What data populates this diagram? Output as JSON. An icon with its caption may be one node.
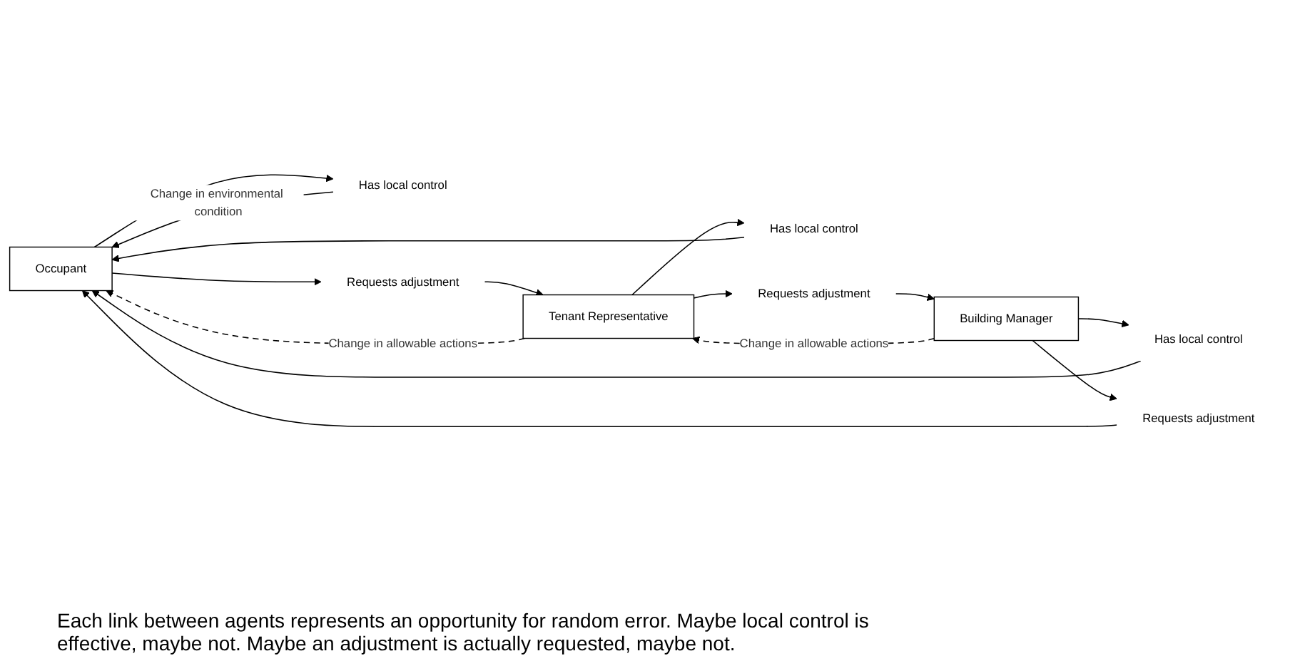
{
  "diagram": {
    "caption": "Each link between agents represents an opportunity for random error. Maybe local control is effective, maybe not. Maybe an adjustment is actually requested, maybe not.",
    "nodes": [
      {
        "text": [
          "Occupant"
        ]
      },
      {
        "text": [
          "Has local control"
        ]
      },
      {
        "text": [
          "Requests adjustment"
        ]
      },
      {
        "text": [
          "Tenant Representative"
        ]
      },
      {
        "text": [
          "Has local control"
        ]
      },
      {
        "text": [
          "Requests adjustment"
        ]
      },
      {
        "text": [
          "Building Manager"
        ]
      },
      {
        "text": [
          "Has local control"
        ]
      },
      {
        "text": [
          "Requests adjustment"
        ]
      }
    ],
    "edges": [
      {
        "from": 0,
        "to": 1,
        "arrow": "to"
      },
      {
        "from": 0,
        "to": 2,
        "arrow": "to"
      },
      {
        "from": 2,
        "to": 3,
        "arrow": "to"
      },
      {
        "from": 3,
        "to": 0,
        "arrow": "to",
        "style": "dashed",
        "label": "Change in allowable actions"
      },
      {
        "from": 3,
        "to": 4,
        "arrow": "to"
      },
      {
        "from": 3,
        "to": 5,
        "arrow": "to"
      },
      {
        "from": 5,
        "to": 6,
        "arrow": "to"
      },
      {
        "from": 6,
        "to": 3,
        "arrow": "to",
        "style": "dashed",
        "label": "Change in allowable actions"
      },
      {
        "from": 6,
        "to": 7,
        "arrow": "to"
      },
      {
        "from": 6,
        "to": 8,
        "arrow": "to"
      },
      {
        "from": 1,
        "to": 0,
        "arrow": "to",
        "label": "Change in environmental condition"
      },
      {
        "from": 4,
        "to": 0,
        "arrow": "to"
      },
      {
        "from": 7,
        "to": 0,
        "arrow": "to"
      },
      {
        "from": 8,
        "to": 0,
        "arrow": "to"
      }
    ]
  }
}
